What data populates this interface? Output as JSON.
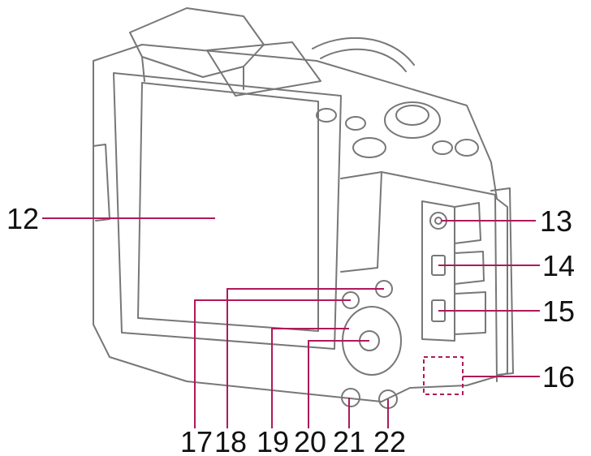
{
  "diagram": {
    "line_color": "#777777",
    "leader_color": "#b0195a",
    "callouts": [
      {
        "id": "screen",
        "label": "12"
      },
      {
        "id": "headphone-jack",
        "label": "13"
      },
      {
        "id": "micro-usb",
        "label": "14"
      },
      {
        "id": "micro-hdmi",
        "label": "15"
      },
      {
        "id": "nfc-mark",
        "label": "16"
      },
      {
        "id": "fn-button",
        "label": "17"
      },
      {
        "id": "menu-button",
        "label": "18"
      },
      {
        "id": "control-wheel",
        "label": "19"
      },
      {
        "id": "center-button",
        "label": "20"
      },
      {
        "id": "playback-button",
        "label": "21"
      },
      {
        "id": "delete-button",
        "label": "22"
      }
    ]
  }
}
